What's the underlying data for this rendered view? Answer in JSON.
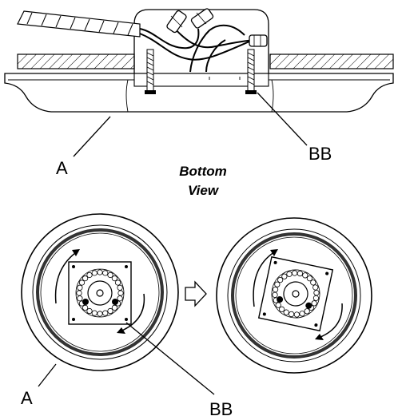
{
  "labels": {
    "top_A": "A",
    "top_BB": "BB",
    "view_line1": "Bottom",
    "view_line2": "View",
    "bottom_A": "A",
    "bottom_BB": "BB"
  },
  "colors": {
    "line": "#000000",
    "background": "#ffffff",
    "ring_dark": "#333333"
  },
  "icons": {
    "step_arrow": "right-arrow-outline-icon",
    "rotate_arrow": "curved-arrow-icon"
  }
}
